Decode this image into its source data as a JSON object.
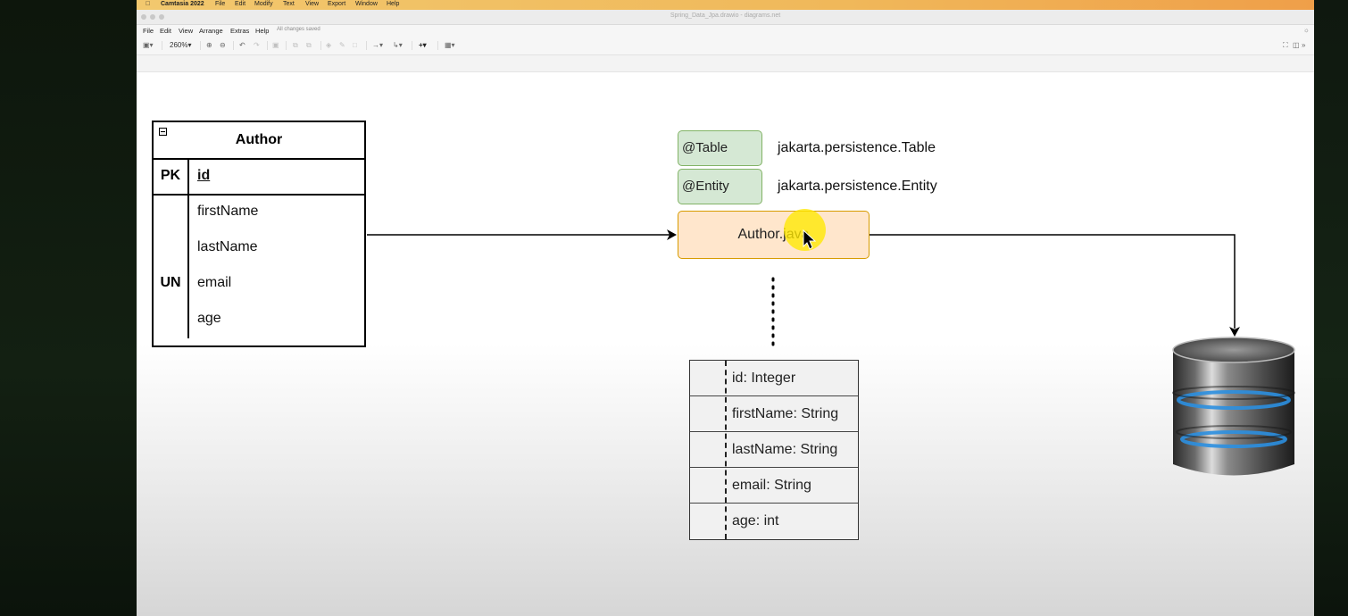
{
  "mac_menu": {
    "apple": "",
    "app_name": "Camtasia 2022",
    "items": [
      "File",
      "Edit",
      "Modify",
      "Text",
      "View",
      "Export",
      "Window",
      "Help"
    ]
  },
  "window": {
    "title": "Spring_Data_Jpa.drawio - diagrams.net"
  },
  "app_menu": {
    "items": [
      "File",
      "Edit",
      "View",
      "Arrange",
      "Extras",
      "Help"
    ],
    "status": "All changes saved"
  },
  "toolbar": {
    "zoom": "260%"
  },
  "erd": {
    "title": "Author",
    "pk_label": "PK",
    "pk_field": "id",
    "un_label": "UN",
    "fields": [
      "firstName",
      "lastName",
      "email",
      "age"
    ]
  },
  "annotations": [
    {
      "tag": "@Table",
      "desc": "jakarta.persistence.Table"
    },
    {
      "tag": "@Entity",
      "desc": "jakarta.persistence.Entity"
    }
  ],
  "class_box": {
    "label": "Author.java"
  },
  "fields_table": [
    "id: Integer",
    "firstName: String",
    "lastName: String",
    "email: String",
    "age: int"
  ],
  "colors": {
    "annotation_fill": "#d5e8d4",
    "annotation_stroke": "#82b366",
    "class_fill": "#ffe6cc",
    "class_stroke": "#d79b00",
    "cursor_highlight": "#ffe800",
    "mac_menu_bar": "#f2c86e"
  },
  "icons": [
    "apple-icon",
    "database-icon",
    "mouse-cursor-icon",
    "zoom-in-icon",
    "zoom-out-icon",
    "undo-icon",
    "redo-icon",
    "delete-icon",
    "fill-color-icon",
    "line-color-icon",
    "shadow-icon",
    "connection-icon",
    "waypoint-icon",
    "insert-icon",
    "table-icon",
    "fullscreen-icon",
    "format-panel-icon",
    "collapse-icon"
  ]
}
